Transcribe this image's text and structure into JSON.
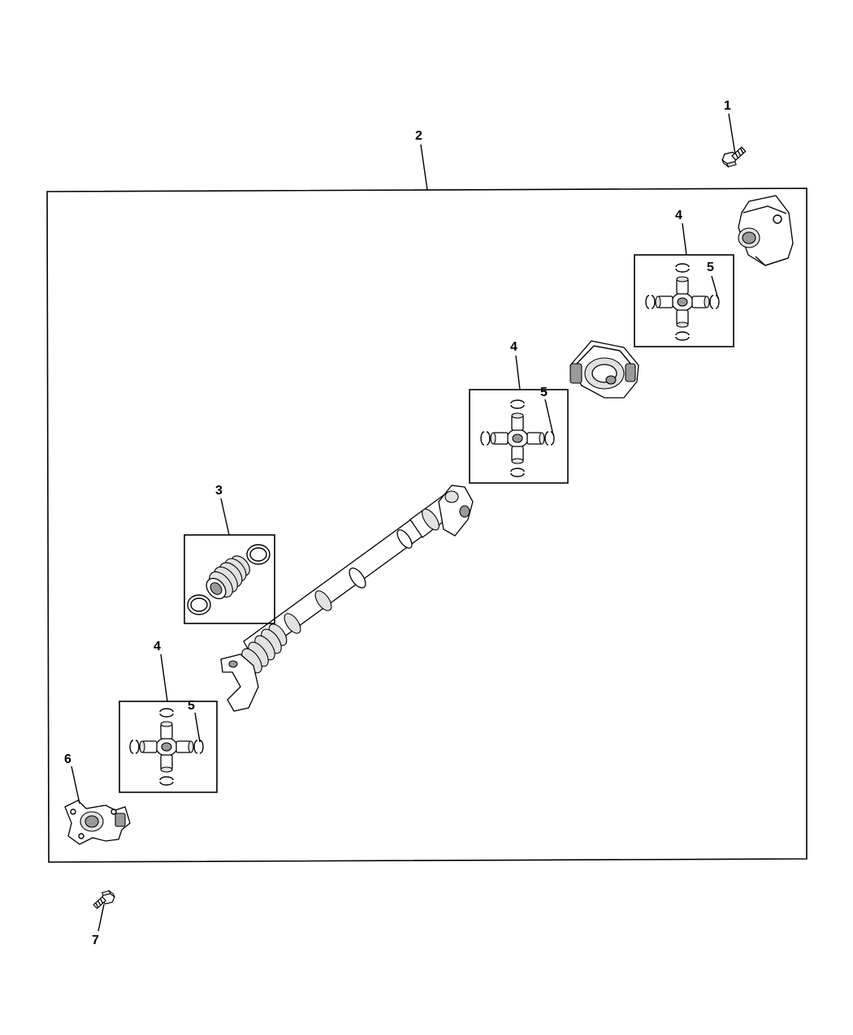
{
  "colors": {
    "line": "#000000",
    "shade": "#e2e2e2",
    "dark": "#9a9a9a",
    "background": "#ffffff"
  },
  "callouts": {
    "c1": "1",
    "c2": "2",
    "c3": "3",
    "c4_upper": "4",
    "c5_upper": "5",
    "c4_middle": "4",
    "c5_middle": "5",
    "c4_lower": "4",
    "c5_lower": "5",
    "c6": "6",
    "c7": "7"
  },
  "parts": [
    {
      "callout": "1",
      "icon": "bolt-icon"
    },
    {
      "callout": "2",
      "icon": "driveshaft-assembly-icon"
    },
    {
      "callout": "3",
      "icon": "boot-kit-icon"
    },
    {
      "callout": "4",
      "icon": "universal-joint-icon"
    },
    {
      "callout": "5",
      "icon": "snap-ring-icon"
    },
    {
      "callout": "6",
      "icon": "flange-yoke-icon"
    },
    {
      "callout": "7",
      "icon": "bolt-icon"
    }
  ]
}
